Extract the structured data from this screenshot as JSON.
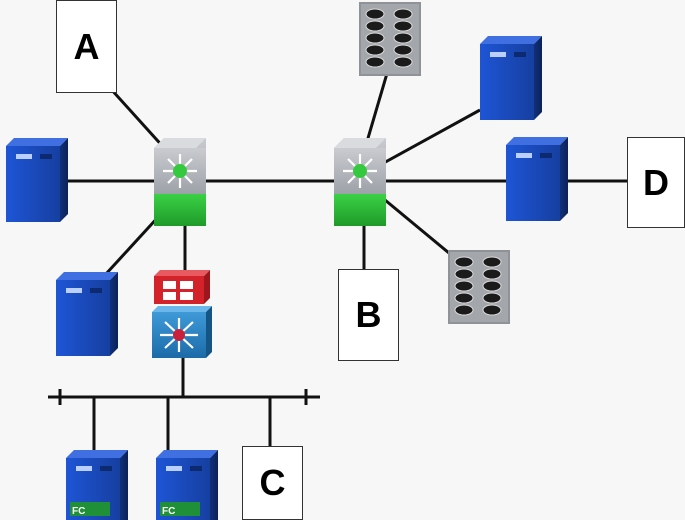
{
  "labels": {
    "a": "A",
    "b": "B",
    "c": "C",
    "d": "D"
  },
  "badges": {
    "server_fc_1": "FC",
    "server_fc_2": "FC"
  },
  "colors": {
    "line": "#111111",
    "server_blue": "#1a47b8",
    "switch_green": "#2fbf3a",
    "switch_gray": "#a9acb1",
    "firewall_red": "#d4222b",
    "storage_gray": "#8e9196"
  },
  "icons": [
    "switch-icon",
    "server-icon",
    "storage-array-icon",
    "firewall-icon",
    "lan-switch-icon",
    "fc-server-icon"
  ]
}
